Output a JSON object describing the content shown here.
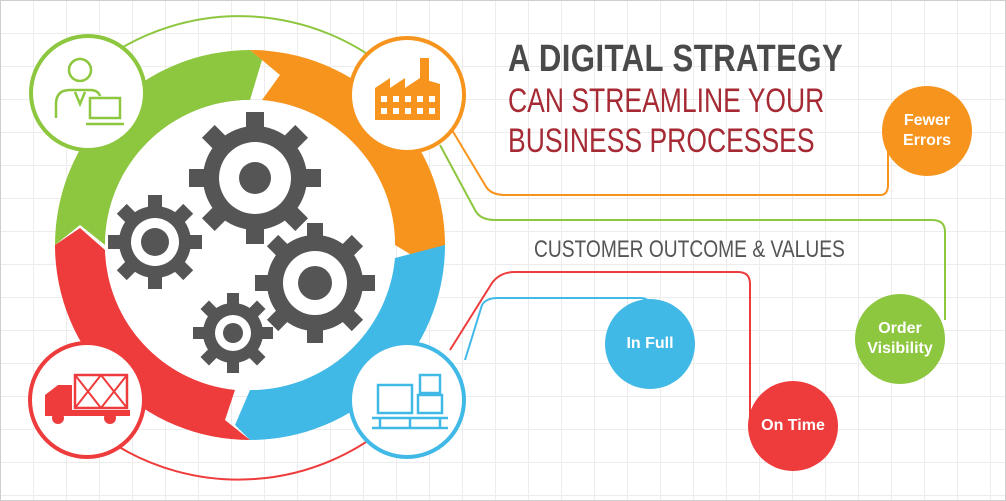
{
  "title": {
    "line1": "A DIGITAL STRATEGY",
    "line2": "CAN STREAMLINE YOUR",
    "line3": "BUSINESS PROCESSES"
  },
  "subtitle": "CUSTOMER OUTCOME & VALUES",
  "outcomes": [
    {
      "label": "Fewer Errors",
      "color": "#f7941d"
    },
    {
      "label": "Order Visibility",
      "color": "#8dc63f"
    },
    {
      "label": "In Full",
      "color": "#41b9e6"
    },
    {
      "label": "On Time",
      "color": "#ee3b3b"
    }
  ],
  "colors": {
    "green": "#8dc63f",
    "orange": "#f7941d",
    "blue": "#41b9e6",
    "red": "#ee3b3b",
    "gear": "#555555"
  },
  "icons": [
    "businessman-computer-icon",
    "factory-icon",
    "delivery-truck-icon",
    "packages-pallet-icon",
    "gears-icon"
  ]
}
